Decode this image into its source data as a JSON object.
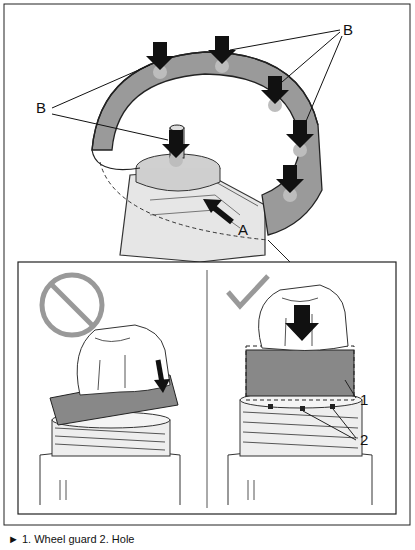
{
  "diagram": {
    "caption": "► 1. Wheel guard 2. Hole",
    "labels": [
      "B",
      "B",
      "A",
      "1",
      "2"
    ]
  }
}
